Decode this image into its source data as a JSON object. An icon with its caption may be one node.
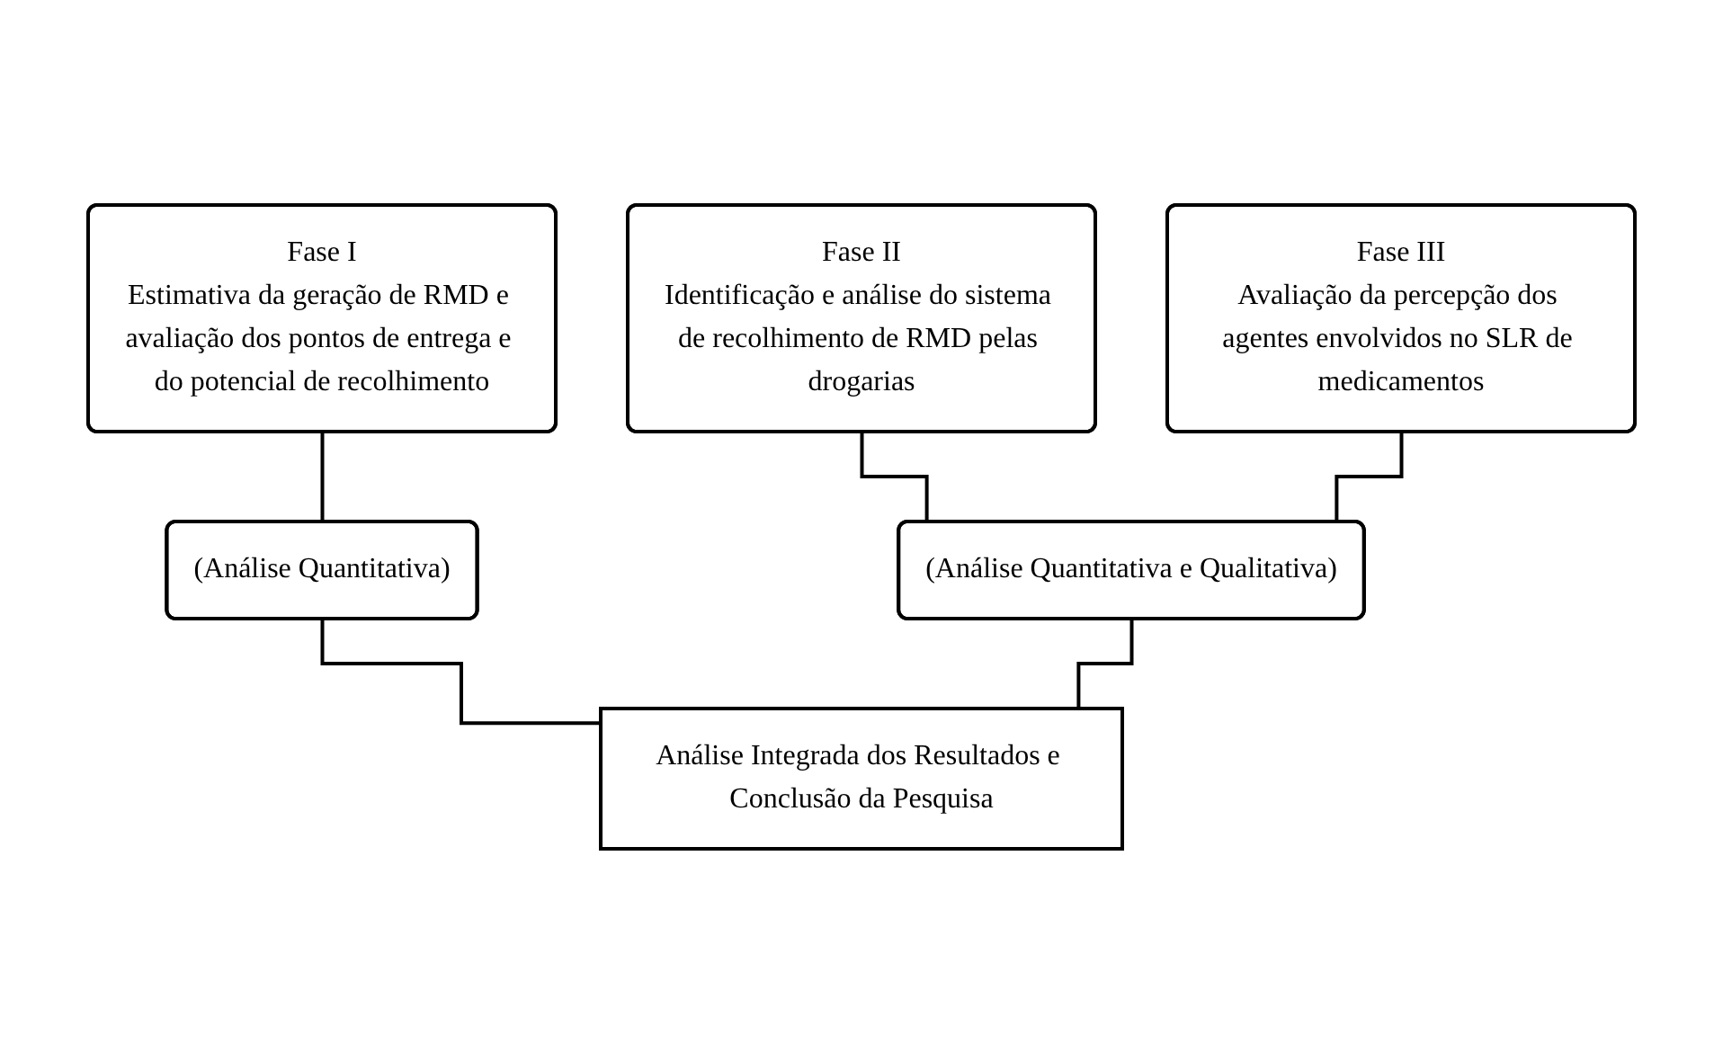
{
  "diagram": {
    "nodes": [
      {
        "text": [
          "Fase I",
          "Estimativa da geração de RMD e avaliação dos pontos de entrega e do potencial de recolhimento"
        ]
      },
      {
        "text": [
          "Fase II",
          "Identificação e análise do sistema de recolhimento de RMD pelas drogarias"
        ]
      },
      {
        "text": [
          "Fase III",
          "Avaliação da percepção dos agentes envolvidos no SLR de medicamentos"
        ]
      },
      {
        "text": [
          "(Análise Quantitativa)"
        ]
      },
      {
        "text": [
          "(Análise Quantitativa e Qualitativa)"
        ]
      },
      {
        "text": [
          "Análise Integrada dos Resultados e Conclusão da Pesquisa"
        ]
      }
    ],
    "edges": [
      {
        "from": 0,
        "to": 3,
        "arrow": "none"
      },
      {
        "from": 1,
        "to": 4,
        "arrow": "none"
      },
      {
        "from": 2,
        "to": 4,
        "arrow": "none"
      },
      {
        "from": 3,
        "to": 5,
        "arrow": "none"
      },
      {
        "from": 4,
        "to": 5,
        "arrow": "none"
      }
    ]
  }
}
